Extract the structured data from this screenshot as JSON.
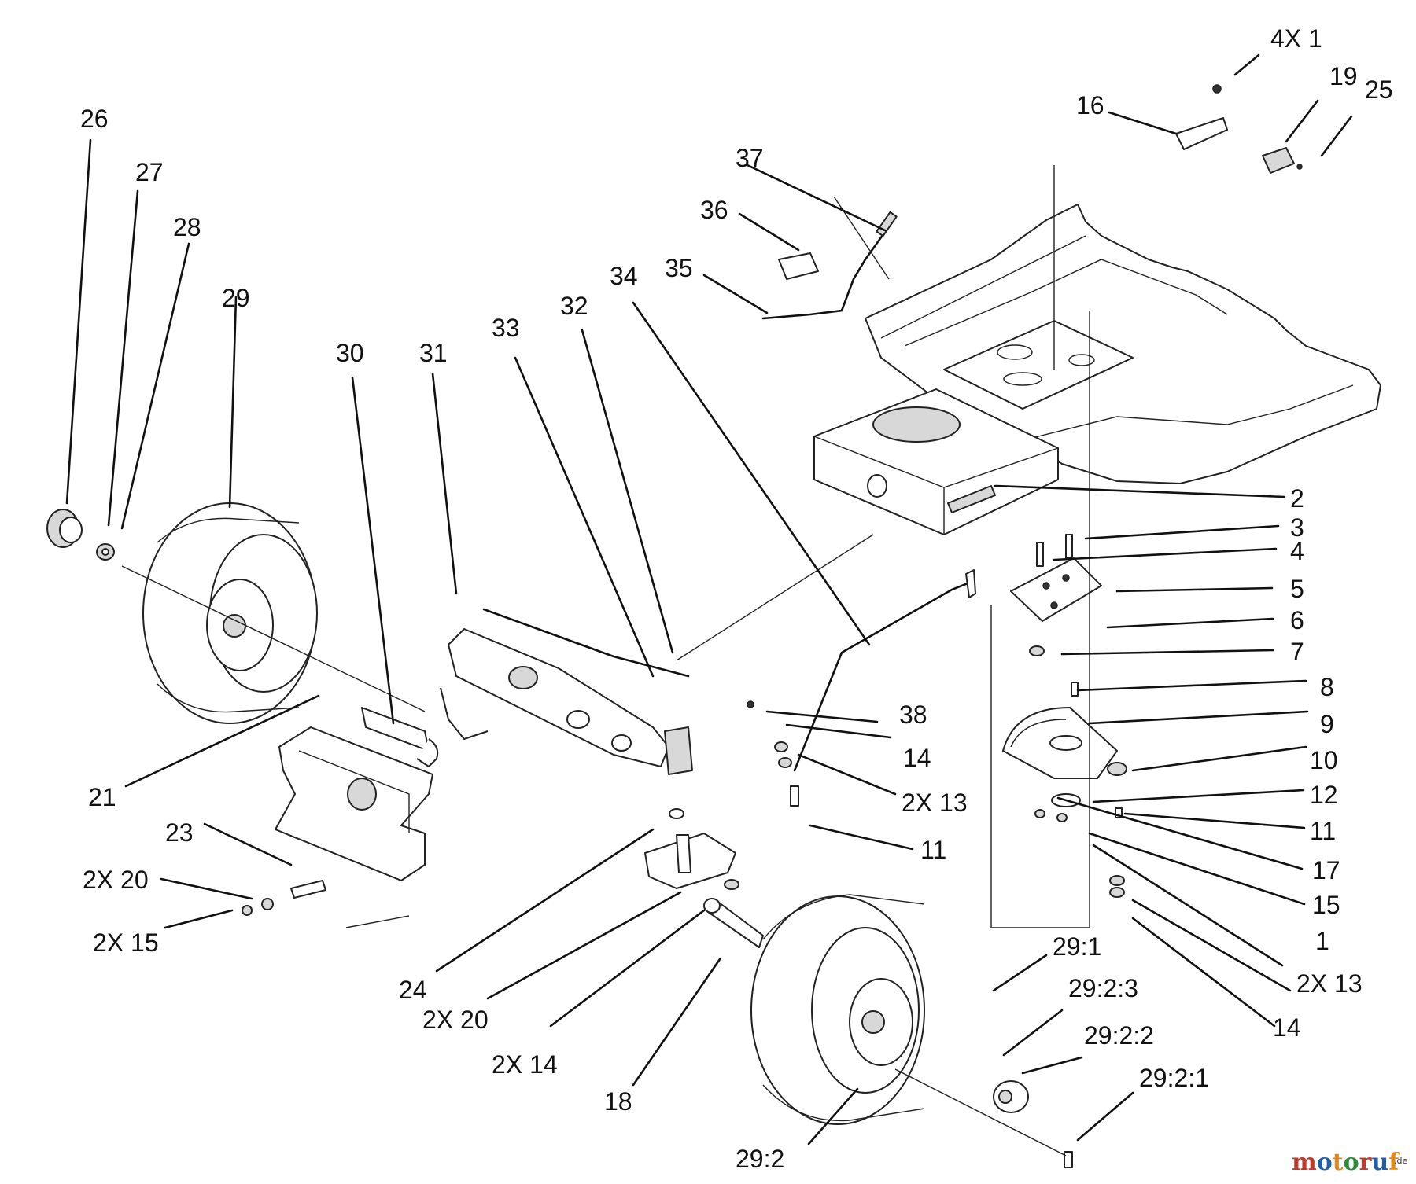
{
  "callouts": [
    {
      "id": "c-4x1",
      "text": "4X 1"
    },
    {
      "id": "c-19",
      "text": "19"
    },
    {
      "id": "c-25",
      "text": "25"
    },
    {
      "id": "c-16",
      "text": "16"
    },
    {
      "id": "c-26",
      "text": "26"
    },
    {
      "id": "c-27",
      "text": "27"
    },
    {
      "id": "c-28",
      "text": "28"
    },
    {
      "id": "c-29",
      "text": "29"
    },
    {
      "id": "c-37",
      "text": "37"
    },
    {
      "id": "c-36",
      "text": "36"
    },
    {
      "id": "c-35",
      "text": "35"
    },
    {
      "id": "c-34",
      "text": "34"
    },
    {
      "id": "c-33",
      "text": "33"
    },
    {
      "id": "c-32",
      "text": "32"
    },
    {
      "id": "c-30",
      "text": "30"
    },
    {
      "id": "c-31",
      "text": "31"
    },
    {
      "id": "c-2",
      "text": "2"
    },
    {
      "id": "c-3",
      "text": "3"
    },
    {
      "id": "c-4",
      "text": "4"
    },
    {
      "id": "c-5",
      "text": "5"
    },
    {
      "id": "c-6",
      "text": "6"
    },
    {
      "id": "c-7",
      "text": "7"
    },
    {
      "id": "c-8",
      "text": "8"
    },
    {
      "id": "c-9",
      "text": "9"
    },
    {
      "id": "c-10",
      "text": "10"
    },
    {
      "id": "c-12",
      "text": "12"
    },
    {
      "id": "c-11a",
      "text": "11"
    },
    {
      "id": "c-17",
      "text": "17"
    },
    {
      "id": "c-15",
      "text": "15"
    },
    {
      "id": "c-1",
      "text": "1"
    },
    {
      "id": "c-2x13a",
      "text": "2X 13"
    },
    {
      "id": "c-14a",
      "text": "14"
    },
    {
      "id": "c-38",
      "text": "38"
    },
    {
      "id": "c-14b",
      "text": "14"
    },
    {
      "id": "c-2x13b",
      "text": "2X 13"
    },
    {
      "id": "c-11b",
      "text": "11"
    },
    {
      "id": "c-21",
      "text": "21"
    },
    {
      "id": "c-23",
      "text": "23"
    },
    {
      "id": "c-2x20a",
      "text": "2X 20"
    },
    {
      "id": "c-2x15",
      "text": "2X 15"
    },
    {
      "id": "c-24",
      "text": "24"
    },
    {
      "id": "c-2x20b",
      "text": "2X 20"
    },
    {
      "id": "c-2x14",
      "text": "2X 14"
    },
    {
      "id": "c-18",
      "text": "18"
    },
    {
      "id": "c-29-1",
      "text": "29:1"
    },
    {
      "id": "c-29-2-3",
      "text": "29:2:3"
    },
    {
      "id": "c-29-2-2",
      "text": "29:2:2"
    },
    {
      "id": "c-29-2-1",
      "text": "29:2:1"
    },
    {
      "id": "c-29-2",
      "text": "29:2"
    }
  ],
  "watermark": {
    "brand_main": "motoruf",
    "brand_suffix": ".de",
    "colors": {
      "m": "#c0392b",
      "o1": "#1f5fa8",
      "t": "#e08a1e",
      "o2": "#2e8b3a",
      "r": "#c0392b",
      "u": "#1f5fa8",
      "f": "#e08a1e",
      "de": "#333333"
    }
  }
}
